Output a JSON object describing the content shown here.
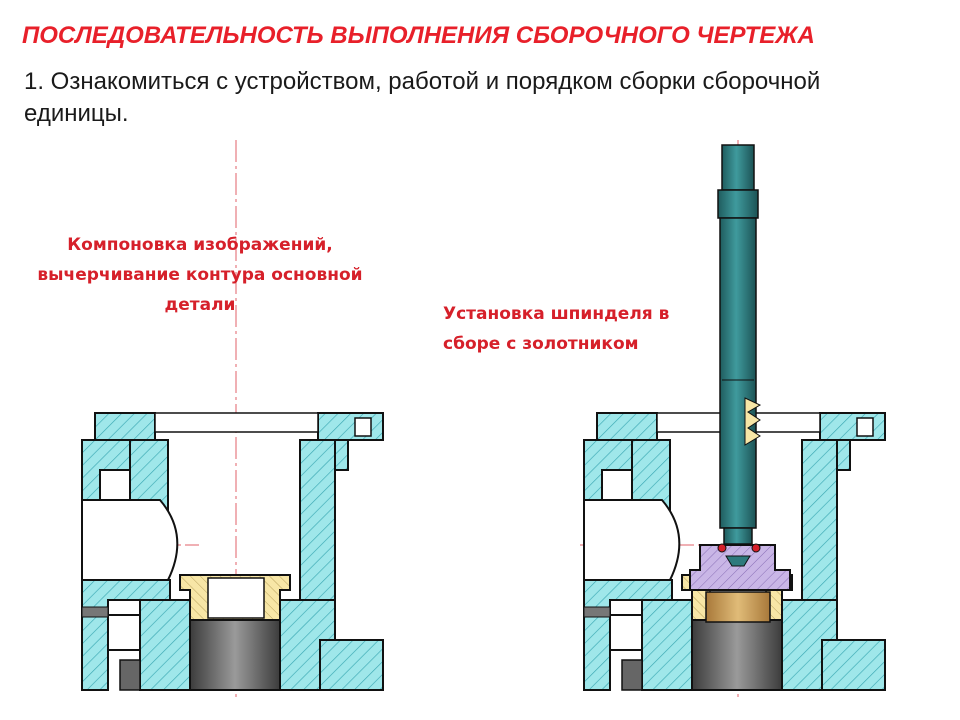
{
  "slide": {
    "title": "ПОСЛЕДОВАТЕЛЬНОСТЬ ВЫПОЛНЕНИЯ СБОРОЧНОГО ЧЕРТЕЖА",
    "step": "1. Ознакомиться с устройством, работой и порядком сборки сборочной единицы."
  },
  "captions": {
    "left": "Компоновка изображений, вычерчивание контура основной детали",
    "right": "Установка шпинделя в сборе с золотником"
  },
  "colors": {
    "title": "#e8202a",
    "caption": "#d6202a",
    "body": "#9fe7ea",
    "hatch": "#3aa8b3",
    "bushing": "#f7e6a6",
    "gland": "#c9b6e6",
    "spindle": "#2f7a7d",
    "valve_plug": "#d4a85a",
    "centerline": "#e0606a"
  }
}
